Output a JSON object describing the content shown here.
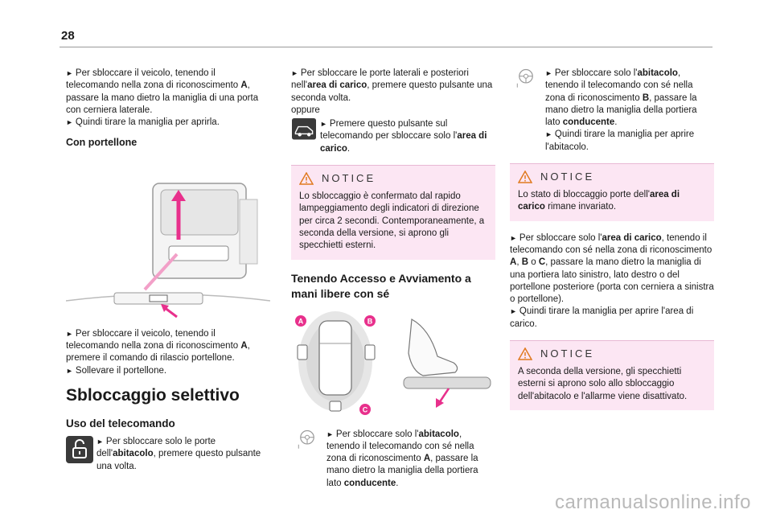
{
  "page_number": "28",
  "col1": {
    "p1_a": "Per sbloccare il veicolo, tenendo il telecomando nella zona di riconoscimento ",
    "p1_b": "A",
    "p1_c": ", passare la mano dietro la maniglia di una porta con cerniera laterale.",
    "p1_d": "Quindi tirare la maniglia per aprirla.",
    "subhead": "Con portellone",
    "p2_a": "Per sbloccare il veicolo, tenendo il telecomando nella zona di riconoscimento ",
    "p2_b": "A",
    "p2_c": ", premere il comando di rilascio portellone.",
    "p2_d": "Sollevare il portellone.",
    "section_title": "Sbloccaggio selettivo",
    "sub_title": "Uso del telecomando",
    "p3_a": "Per sbloccare solo le porte dell'",
    "p3_b": "abitacolo",
    "p3_c": ", premere questo pulsante una volta."
  },
  "col2": {
    "p1_a": "Per sbloccare le porte laterali e posteriori nell'",
    "p1_b": "area di carico",
    "p1_c": ", premere questo pulsante una seconda volta.",
    "oppure": "oppure",
    "p2_a": "Premere questo pulsante sul telecomando per sbloccare solo l'",
    "p2_b": "area di carico",
    "p2_c": ".",
    "notice_title": "NOTICE",
    "notice_text": "Lo sbloccaggio è confermato dal rapido lampeggiamento degli indicatori di direzione per circa 2 secondi. Contemporaneamente, a seconda della versione, si aprono gli specchietti esterni.",
    "heading": "Tenendo Accesso e Avviamento a mani libere con sé",
    "zone_a": "A",
    "zone_b": "B",
    "zone_c": "C",
    "p3_a": "Per sbloccare solo l'",
    "p3_b": "abitacolo",
    "p3_c": ", tenendo il telecomando con sé nella zona di riconoscimento ",
    "p3_d": "A",
    "p3_e": ", passare la mano dietro la maniglia della portiera lato ",
    "p3_f": "conducente",
    "p3_g": "."
  },
  "col3": {
    "p1_a": "Per sbloccare solo l'",
    "p1_b": "abitacolo",
    "p1_c": ", tenendo il telecomando con sé nella zona di riconoscimento ",
    "p1_d": "B",
    "p1_e": ", passare la mano dietro la maniglia della portiera lato ",
    "p1_f": "conducente",
    "p1_g": ".",
    "p1_h": "Quindi tirare la maniglia per aprire l'abitacolo.",
    "notice1_title": "NOTICE",
    "notice1_a": "Lo stato di bloccaggio porte dell'",
    "notice1_b": "area di carico",
    "notice1_c": " rimane invariato.",
    "p2_a": "Per sbloccare solo l'",
    "p2_b": "area di carico",
    "p2_c": ", tenendo il telecomando con sé nella zona di riconoscimento ",
    "p2_d": "A",
    "p2_e": ", ",
    "p2_f": "B",
    "p2_g": " o ",
    "p2_h": "C",
    "p2_i": ", passare la mano dietro la maniglia di una portiera lato sinistro, lato destro o del portellone posteriore (porta con cerniera a sinistra o portellone).",
    "p2_j": "Quindi tirare la maniglia per aprire l'area di carico.",
    "notice2_title": "NOTICE",
    "notice2_text": "A seconda della versione, gli specchietti esterni si aprono solo allo sbloccaggio dell'abitacolo e l'allarme viene disattivato."
  },
  "bullet": "►",
  "watermark": "carmanualsonline.info",
  "colors": {
    "notice_bg": "#fce6f3",
    "accent": "#e8308c",
    "warning": "#e07a20"
  }
}
